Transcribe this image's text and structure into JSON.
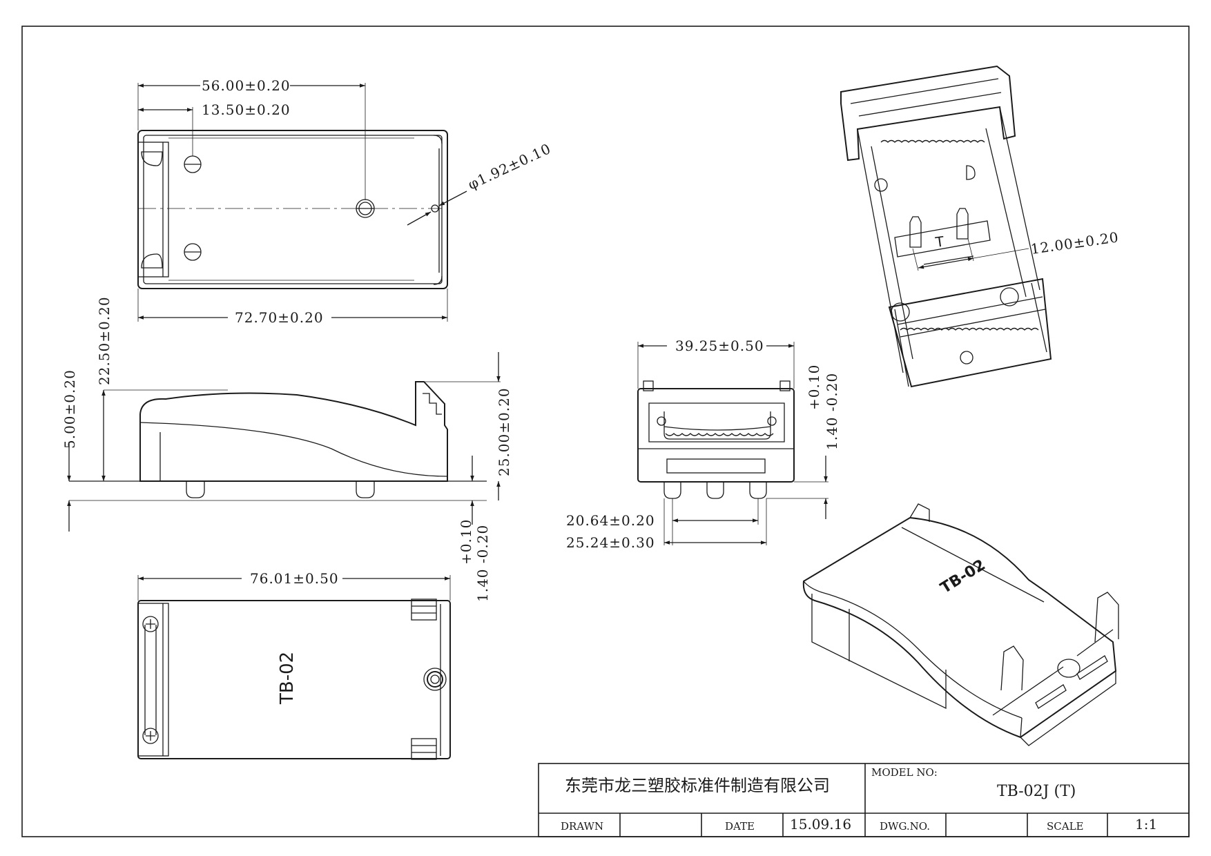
{
  "dimensions": {
    "top_width": "56.00±0.20",
    "top_hole_offset": "13.50±0.20",
    "top_hole_dia": "φ1.92±0.10",
    "top_length": "72.70±0.20",
    "side_height_main": "22.50±0.20",
    "side_height_small": "5.00±0.20",
    "side_height_total": "25.00±0.20",
    "side_tol_plus": "+0.10",
    "side_tol_minus": "1.40 -0.20",
    "bottom_length": "76.01±0.50",
    "end_width": "39.25±0.50",
    "end_pin_inner": "20.64±0.20",
    "end_pin_outer": "25.24±0.30",
    "end_tol_plus": "+0.10",
    "end_tol_minus": "1.40 -0.20",
    "iso_pin_spacing": "12.00±0.20"
  },
  "labels": {
    "part_mark_bottom": "TB-02",
    "part_mark_iso": "TB-02",
    "clip_letter": "T"
  },
  "title_block": {
    "company": "东莞市龙三塑胶标准件制造有限公司",
    "model_label": "MODEL NO:",
    "model_value": "TB-02J (T)",
    "drawn_label": "DRAWN",
    "drawn_value": "",
    "date_label": "DATE",
    "date_value": "15.09.16",
    "dwg_label": "DWG.NO.",
    "dwg_value": "",
    "scale_label": "SCALE",
    "scale_value": "1:1"
  }
}
